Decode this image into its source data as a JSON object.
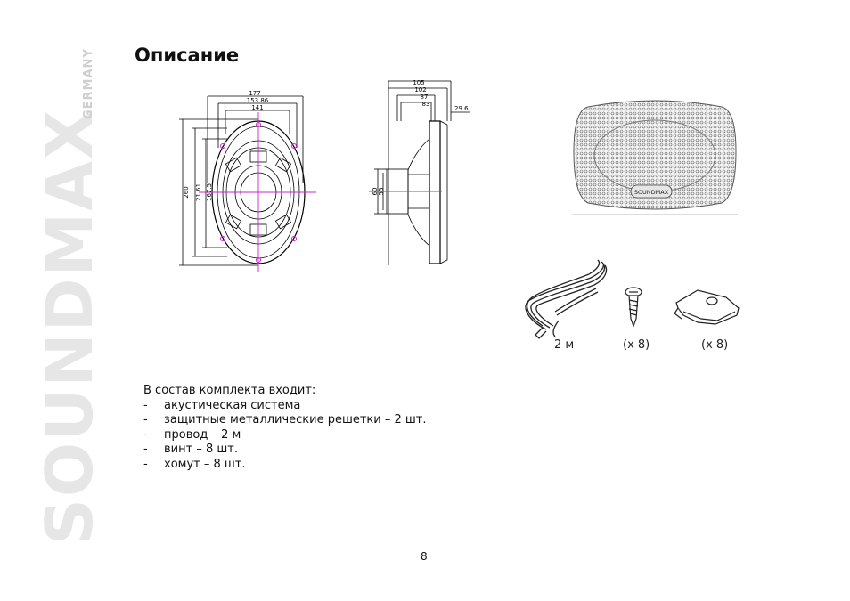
{
  "brand": {
    "name": "SOUNDMAX",
    "sub": "GERMANY"
  },
  "page_title": "Описание",
  "front_drawing": {
    "width_dims": [
      "177",
      "153.86",
      "141"
    ],
    "height_dims": [
      "260",
      "21.61",
      "167.5"
    ]
  },
  "side_drawing": {
    "depth_dims": [
      "105",
      "102",
      "87",
      "83"
    ],
    "offset_dim": "29.6",
    "small_dims": [
      "60",
      "55"
    ]
  },
  "grille_logo": "SOUNDMAX",
  "accessories": [
    {
      "label": "2 м",
      "icon": "wire-coil-icon"
    },
    {
      "label": "(x 8)",
      "icon": "screw-icon"
    },
    {
      "label": "(x 8)",
      "icon": "clamp-icon"
    }
  ],
  "package": {
    "intro": "В состав комплекта входит:",
    "bullet": "-",
    "items": [
      "акустическая система",
      "защитные металлические решетки – 2 шт.",
      "провод – 2 м",
      "винт – 8 шт.",
      "хомут – 8 шт."
    ]
  },
  "page_number": "8"
}
